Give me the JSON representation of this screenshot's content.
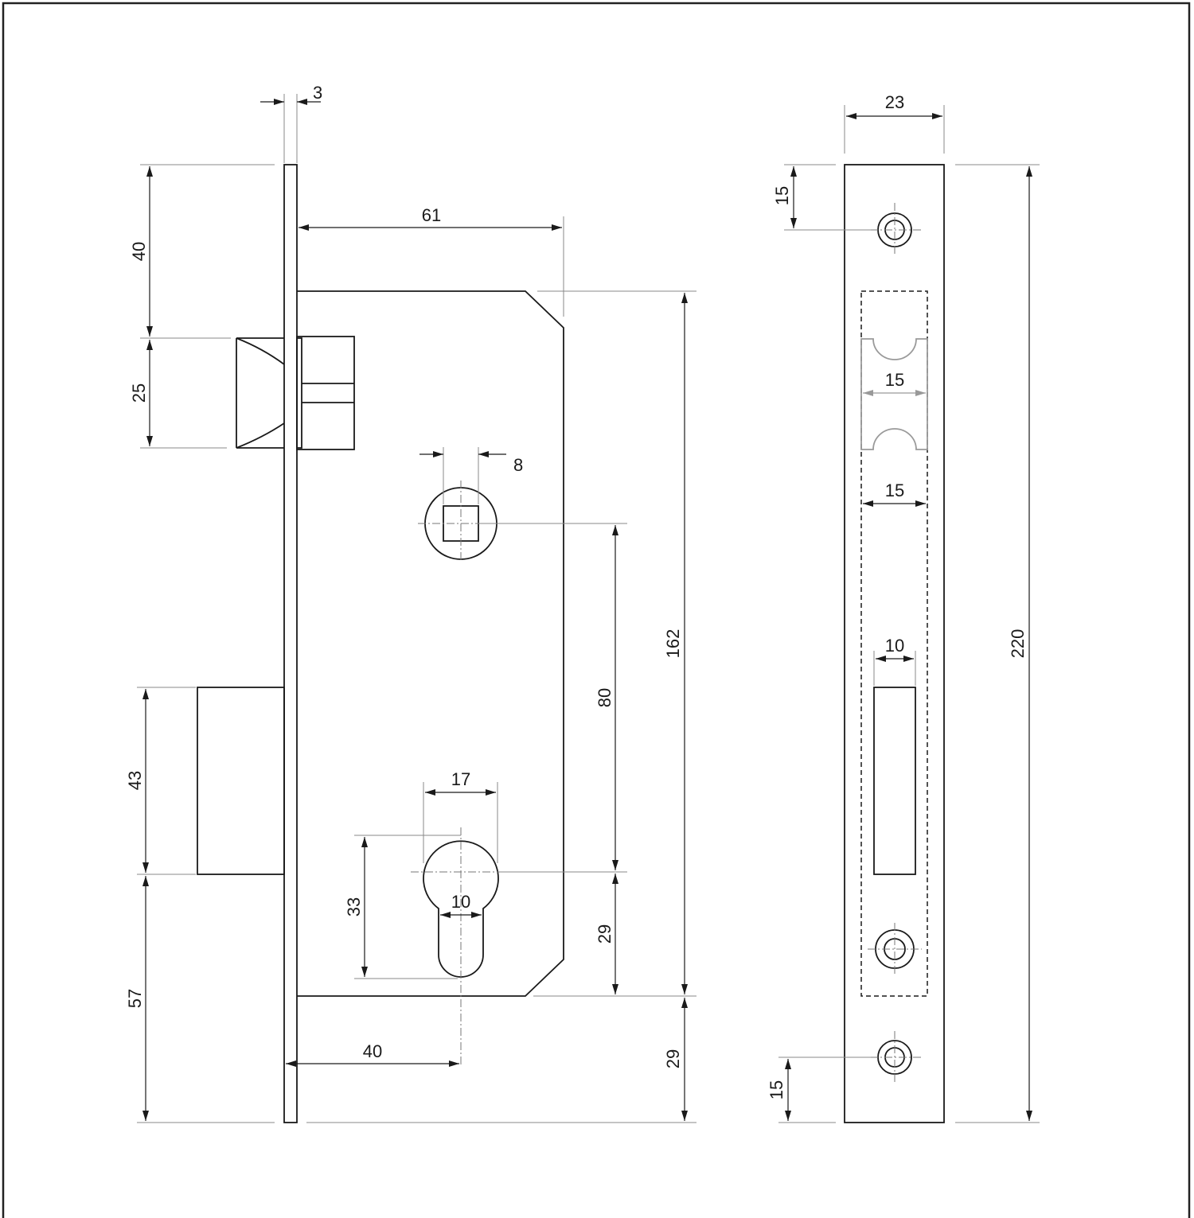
{
  "dimensions": {
    "faceplate_thickness": "3",
    "backset_top": "61",
    "top_to_latch": "40",
    "latch_height": "25",
    "spindle_width": "8",
    "case_height": "162",
    "spindle_to_cylinder": "80",
    "deadbolt_height": "43",
    "cylinder_width": "17",
    "cylinder_height": "33",
    "cylinder_slot": "10",
    "cylinder_to_case_bottom": "29",
    "bottom_to_deadbolt": "57",
    "backset_bottom": "40",
    "case_bottom_to_plate": "29",
    "plate_width": "23",
    "plate_top_screw": "15",
    "plate_latch_opening": "15",
    "plate_inner_width": "15",
    "plate_bolt_opening": "10",
    "plate_length": "220",
    "plate_bottom_screw": "15"
  },
  "colors": {
    "line": "#1a1a1a",
    "secondary": "#999999",
    "frame": "#222222"
  }
}
